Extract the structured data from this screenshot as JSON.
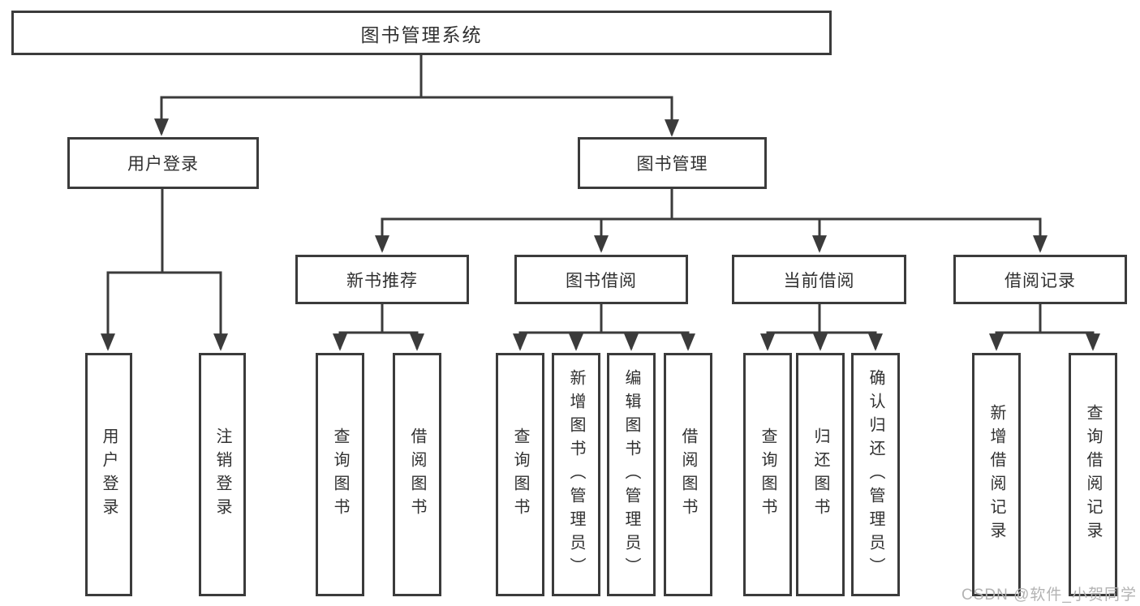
{
  "diagram": {
    "type": "hierarchy-tree",
    "nodes": {
      "root": {
        "label": "图书管理系统"
      },
      "user_login": {
        "label": "用户登录"
      },
      "book_mgmt": {
        "label": "图书管理"
      },
      "login_user": {
        "label": "用户登录"
      },
      "login_logout": {
        "label": "注销登录"
      },
      "rec": {
        "label": "新书推荐"
      },
      "borrow": {
        "label": "图书借阅"
      },
      "current": {
        "label": "当前借阅"
      },
      "records": {
        "label": "借阅记录"
      },
      "rec_query": {
        "label": "查询图书"
      },
      "rec_borrow": {
        "label": "借阅图书"
      },
      "borrow_query": {
        "label": "查询图书"
      },
      "borrow_add": {
        "label": "新增图书（管理员）"
      },
      "borrow_edit": {
        "label": "编辑图书（管理员）"
      },
      "borrow_borrow": {
        "label": "借阅图书"
      },
      "current_query": {
        "label": "查询图书"
      },
      "current_return": {
        "label": "归还图书"
      },
      "current_confirm": {
        "label": "确认归还（管理员）"
      },
      "records_add": {
        "label": "新增借阅记录"
      },
      "records_query": {
        "label": "查询借阅记录"
      }
    },
    "hierarchy": {
      "root": [
        "user_login",
        "book_mgmt"
      ],
      "user_login": [
        "login_user",
        "login_logout"
      ],
      "book_mgmt": [
        "rec",
        "borrow",
        "current",
        "records"
      ],
      "rec": [
        "rec_query",
        "rec_borrow"
      ],
      "borrow": [
        "borrow_query",
        "borrow_add",
        "borrow_edit",
        "borrow_borrow"
      ],
      "current": [
        "current_query",
        "current_return",
        "current_confirm"
      ],
      "records": [
        "records_add",
        "records_query"
      ]
    },
    "colors": {
      "line": "#3b3b3b",
      "text": "#303030",
      "background": "#ffffff",
      "watermark": "#b3b3b3"
    }
  },
  "watermark": {
    "text": "CSDN @软件_小贺同学"
  }
}
